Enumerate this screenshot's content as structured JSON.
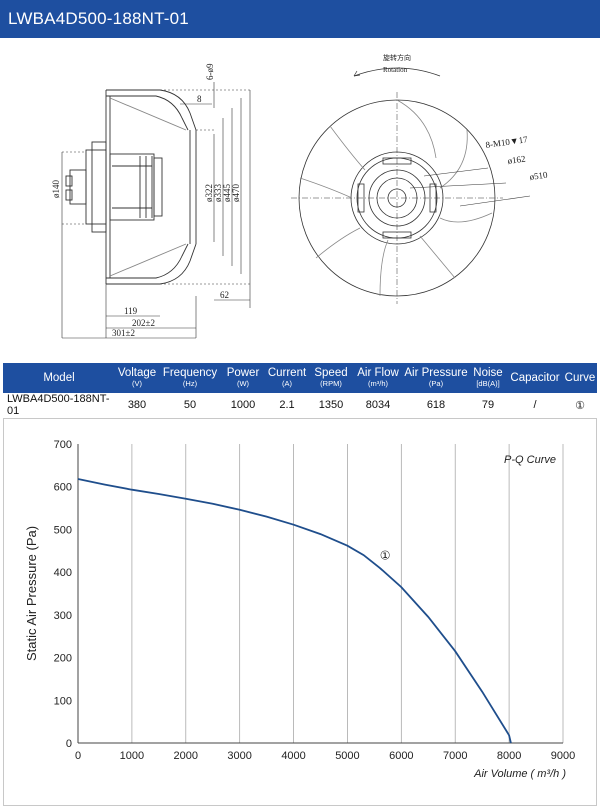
{
  "header": {
    "title": "LWBA4D500-188NT-01"
  },
  "drawing": {
    "labels": {
      "holes_top": "6-ø9",
      "dim_8": "8",
      "d140": "ø140",
      "d322": "ø322",
      "d333": "ø333",
      "d445": "ø445",
      "d470": "ø470",
      "dim_62": "62",
      "dim_119": "119",
      "dim_202": "202±2",
      "dim_301": "301±2",
      "rotation_cn": "旋转方向",
      "rotation_en": "Rotation",
      "holes_m10": "8-M10▼17",
      "d162": "ø162",
      "d510": "ø510"
    }
  },
  "table": {
    "headers": [
      {
        "name": "Model",
        "unit": ""
      },
      {
        "name": "Voltage",
        "unit": "(V)"
      },
      {
        "name": "Frequency",
        "unit": "(Hz)"
      },
      {
        "name": "Power",
        "unit": "(W)"
      },
      {
        "name": "Current",
        "unit": "(A)"
      },
      {
        "name": "Speed",
        "unit": "(RPM)"
      },
      {
        "name": "Air Flow",
        "unit": "(m³/h)"
      },
      {
        "name": "Air Pressure",
        "unit": "(Pa)"
      },
      {
        "name": "Noise",
        "unit": "[dB(A)]"
      },
      {
        "name": "Capacitor",
        "unit": ""
      },
      {
        "name": "Curve",
        "unit": ""
      }
    ],
    "row": [
      "LWBA4D500-188NT-01",
      "380",
      "50",
      "1000",
      "2.1",
      "1350",
      "8034",
      "618",
      "79",
      "/",
      "①"
    ]
  },
  "colors": {
    "brand": "#1e4fa0",
    "curve": "#1f4e8c",
    "grid": "#aaaaaa"
  },
  "chart_data": {
    "type": "line",
    "title": "P-Q Curve",
    "xlabel": "Air Volume ( m³/h )",
    "ylabel": "Static Air Pressure  (Pa)",
    "xlim": [
      0,
      9000
    ],
    "ylim": [
      0,
      700
    ],
    "xticks": [
      0,
      1000,
      2000,
      3000,
      4000,
      5000,
      6000,
      7000,
      8000,
      9000
    ],
    "yticks": [
      0,
      100,
      200,
      300,
      400,
      500,
      600,
      700
    ],
    "grid": "vertical",
    "series": [
      {
        "name": "①",
        "x": [
          0,
          500,
          1000,
          1500,
          2000,
          2500,
          3000,
          3500,
          4000,
          4500,
          5000,
          5300,
          5600,
          6000,
          6500,
          7000,
          7500,
          8000,
          8034
        ],
        "y": [
          618,
          605,
          593,
          583,
          572,
          560,
          546,
          530,
          511,
          489,
          462,
          440,
          410,
          365,
          295,
          215,
          120,
          18,
          0
        ]
      }
    ],
    "annotation": {
      "text": "①",
      "x": 5700,
      "y": 430
    }
  }
}
